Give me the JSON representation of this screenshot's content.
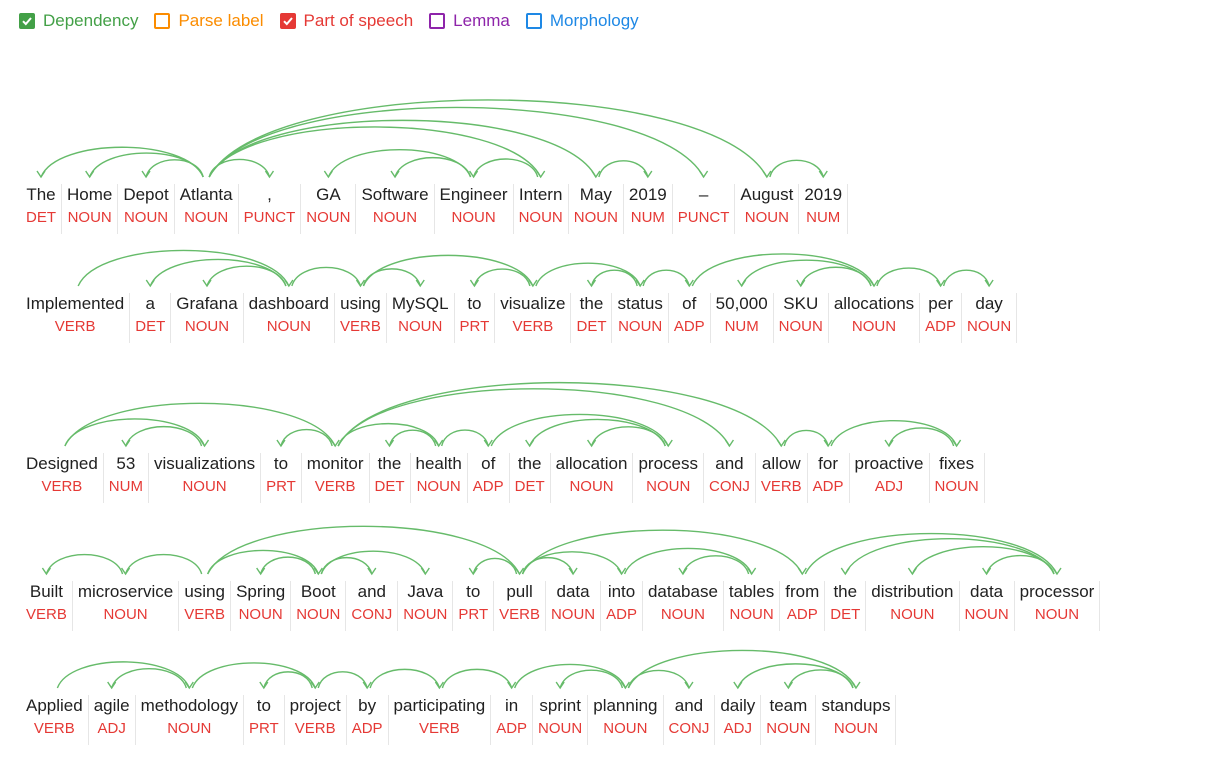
{
  "toolbar": {
    "options": [
      {
        "label": "Dependency",
        "checked": true,
        "color": "#43a047"
      },
      {
        "label": "Parse label",
        "checked": false,
        "color": "#fb8c00"
      },
      {
        "label": "Part of speech",
        "checked": true,
        "color": "#e53935"
      },
      {
        "label": "Lemma",
        "checked": false,
        "color": "#8e24aa"
      },
      {
        "label": "Morphology",
        "checked": false,
        "color": "#1e88e5"
      }
    ]
  },
  "colors": {
    "arc": "#66bb6a",
    "word": "#212121",
    "pos": "#e53935",
    "separator": "#e6e6e6"
  },
  "sentences": [
    {
      "tokens": [
        {
          "word": "The",
          "pos": "DET"
        },
        {
          "word": "Home",
          "pos": "NOUN"
        },
        {
          "word": "Depot",
          "pos": "NOUN"
        },
        {
          "word": "Atlanta",
          "pos": "NOUN"
        },
        {
          "word": ",",
          "pos": "PUNCT"
        },
        {
          "word": "GA",
          "pos": "NOUN"
        },
        {
          "word": "Software",
          "pos": "NOUN"
        },
        {
          "word": "Engineer",
          "pos": "NOUN"
        },
        {
          "word": "Intern",
          "pos": "NOUN"
        },
        {
          "word": "May",
          "pos": "NOUN"
        },
        {
          "word": "2019",
          "pos": "NUM"
        },
        {
          "word": "–",
          "pos": "PUNCT"
        },
        {
          "word": "August",
          "pos": "NOUN"
        },
        {
          "word": "2019",
          "pos": "NUM"
        }
      ],
      "arcs": [
        [
          3,
          0
        ],
        [
          3,
          1
        ],
        [
          3,
          2
        ],
        [
          3,
          4
        ],
        [
          3,
          8
        ],
        [
          3,
          9
        ],
        [
          3,
          11
        ],
        [
          3,
          12
        ],
        [
          7,
          5
        ],
        [
          7,
          6
        ],
        [
          8,
          7
        ],
        [
          9,
          10
        ],
        [
          12,
          13
        ]
      ]
    },
    {
      "tokens": [
        {
          "word": "Implemented",
          "pos": "VERB"
        },
        {
          "word": "a",
          "pos": "DET"
        },
        {
          "word": "Grafana",
          "pos": "NOUN"
        },
        {
          "word": "dashboard",
          "pos": "NOUN"
        },
        {
          "word": "using",
          "pos": "VERB"
        },
        {
          "word": "MySQL",
          "pos": "NOUN"
        },
        {
          "word": "to",
          "pos": "PRT"
        },
        {
          "word": "visualize",
          "pos": "VERB"
        },
        {
          "word": "the",
          "pos": "DET"
        },
        {
          "word": "status",
          "pos": "NOUN"
        },
        {
          "word": "of",
          "pos": "ADP"
        },
        {
          "word": "50,000",
          "pos": "NUM"
        },
        {
          "word": "SKU",
          "pos": "NOUN"
        },
        {
          "word": "allocations",
          "pos": "NOUN"
        },
        {
          "word": "per",
          "pos": "ADP"
        },
        {
          "word": "day",
          "pos": "NOUN"
        }
      ],
      "arcs": [
        [
          0,
          3
        ],
        [
          3,
          1
        ],
        [
          3,
          2
        ],
        [
          3,
          4
        ],
        [
          4,
          5
        ],
        [
          4,
          7
        ],
        [
          7,
          6
        ],
        [
          7,
          9
        ],
        [
          9,
          8
        ],
        [
          9,
          10
        ],
        [
          10,
          13
        ],
        [
          13,
          11
        ],
        [
          13,
          12
        ],
        [
          13,
          14
        ],
        [
          14,
          15
        ]
      ]
    },
    {
      "tokens": [
        {
          "word": "Designed",
          "pos": "VERB"
        },
        {
          "word": "53",
          "pos": "NUM"
        },
        {
          "word": "visualizations",
          "pos": "NOUN"
        },
        {
          "word": "to",
          "pos": "PRT"
        },
        {
          "word": "monitor",
          "pos": "VERB"
        },
        {
          "word": "the",
          "pos": "DET"
        },
        {
          "word": "health",
          "pos": "NOUN"
        },
        {
          "word": "of",
          "pos": "ADP"
        },
        {
          "word": "the",
          "pos": "DET"
        },
        {
          "word": "allocation",
          "pos": "NOUN"
        },
        {
          "word": "process",
          "pos": "NOUN"
        },
        {
          "word": "and",
          "pos": "CONJ"
        },
        {
          "word": "allow",
          "pos": "VERB"
        },
        {
          "word": "for",
          "pos": "ADP"
        },
        {
          "word": "proactive",
          "pos": "ADJ"
        },
        {
          "word": "fixes",
          "pos": "NOUN"
        }
      ],
      "arcs": [
        [
          0,
          2
        ],
        [
          0,
          4
        ],
        [
          2,
          1
        ],
        [
          4,
          3
        ],
        [
          4,
          6
        ],
        [
          4,
          11
        ],
        [
          4,
          12
        ],
        [
          6,
          5
        ],
        [
          6,
          7
        ],
        [
          7,
          10
        ],
        [
          10,
          8
        ],
        [
          10,
          9
        ],
        [
          12,
          13
        ],
        [
          13,
          15
        ],
        [
          15,
          14
        ]
      ]
    },
    {
      "tokens": [
        {
          "word": "Built",
          "pos": "VERB"
        },
        {
          "word": "microservice",
          "pos": "NOUN"
        },
        {
          "word": "using",
          "pos": "VERB"
        },
        {
          "word": "Spring",
          "pos": "NOUN"
        },
        {
          "word": "Boot",
          "pos": "NOUN"
        },
        {
          "word": "and",
          "pos": "CONJ"
        },
        {
          "word": "Java",
          "pos": "NOUN"
        },
        {
          "word": "to",
          "pos": "PRT"
        },
        {
          "word": "pull",
          "pos": "VERB"
        },
        {
          "word": "data",
          "pos": "NOUN"
        },
        {
          "word": "into",
          "pos": "ADP"
        },
        {
          "word": "database",
          "pos": "NOUN"
        },
        {
          "word": "tables",
          "pos": "NOUN"
        },
        {
          "word": "from",
          "pos": "ADP"
        },
        {
          "word": "the",
          "pos": "DET"
        },
        {
          "word": "distribution",
          "pos": "NOUN"
        },
        {
          "word": "data",
          "pos": "NOUN"
        },
        {
          "word": "processor",
          "pos": "NOUN"
        }
      ],
      "arcs": [
        [
          1,
          0
        ],
        [
          2,
          1
        ],
        [
          2,
          4
        ],
        [
          2,
          8
        ],
        [
          4,
          3
        ],
        [
          4,
          5
        ],
        [
          4,
          6
        ],
        [
          8,
          7
        ],
        [
          8,
          9
        ],
        [
          8,
          10
        ],
        [
          8,
          13
        ],
        [
          10,
          12
        ],
        [
          12,
          11
        ],
        [
          13,
          17
        ],
        [
          17,
          14
        ],
        [
          17,
          15
        ],
        [
          17,
          16
        ]
      ]
    },
    {
      "tokens": [
        {
          "word": "Applied",
          "pos": "VERB"
        },
        {
          "word": "agile",
          "pos": "ADJ"
        },
        {
          "word": "methodology",
          "pos": "NOUN"
        },
        {
          "word": "to",
          "pos": "PRT"
        },
        {
          "word": "project",
          "pos": "VERB"
        },
        {
          "word": "by",
          "pos": "ADP"
        },
        {
          "word": "participating",
          "pos": "VERB"
        },
        {
          "word": "in",
          "pos": "ADP"
        },
        {
          "word": "sprint",
          "pos": "NOUN"
        },
        {
          "word": "planning",
          "pos": "NOUN"
        },
        {
          "word": "and",
          "pos": "CONJ"
        },
        {
          "word": "daily",
          "pos": "ADJ"
        },
        {
          "word": "team",
          "pos": "NOUN"
        },
        {
          "word": "standups",
          "pos": "NOUN"
        }
      ],
      "arcs": [
        [
          0,
          2
        ],
        [
          2,
          1
        ],
        [
          2,
          4
        ],
        [
          4,
          3
        ],
        [
          4,
          5
        ],
        [
          5,
          6
        ],
        [
          6,
          7
        ],
        [
          7,
          9
        ],
        [
          9,
          8
        ],
        [
          9,
          10
        ],
        [
          9,
          13
        ],
        [
          13,
          11
        ],
        [
          13,
          12
        ]
      ]
    }
  ]
}
